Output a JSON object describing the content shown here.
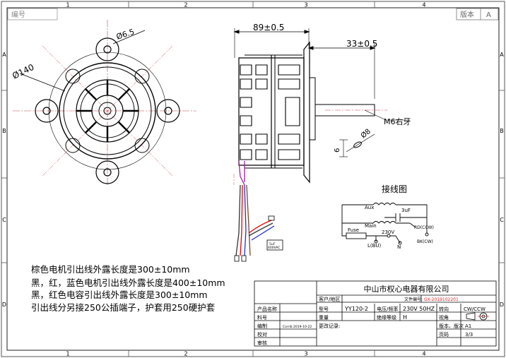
{
  "frame": {
    "top_numbers": [
      "1",
      "2",
      "3",
      "4"
    ],
    "bottom_numbers": [
      "1",
      "2",
      "3",
      "4"
    ],
    "left_letters": [
      "A",
      "B",
      "C",
      "D"
    ],
    "right_letters": [
      "A",
      "B",
      "C",
      "D"
    ],
    "code_label": "编号",
    "version_label": "版本",
    "version_value": "A"
  },
  "front_view": {
    "dia_small": "Ø6.5",
    "dia_large": "Ø140"
  },
  "side_view": {
    "length_dim": "89±0.5",
    "shaft_dim": "33±0.5",
    "thread_label": "M6右牙",
    "shaft_dia": "Ø8",
    "flat_dim": "6",
    "plug_text": "5uF\n400VAC"
  },
  "wiring": {
    "title": "接线图",
    "aux": "Aux",
    "main": "Main",
    "cap": "3uF",
    "fuse": "Fuse",
    "voltage": "230V",
    "rd": "RD(CCW)",
    "n": "N",
    "bk": "BK(CW)",
    "l": "L(BU)"
  },
  "notes": [
    "棕色电机引出线外露长度是300±10mm",
    "黑，红，蓝色电机引出线外露长度是400±10mm",
    "黑，红色电容引出线外露长度是300±10mm",
    "引出线分另接250公插端子，护套用250硬护套"
  ],
  "title_block": {
    "company": "中山市权心电器有限公司",
    "customer_label": "客户/地区",
    "file_label": "文件编号:",
    "file_no": "GX-2019102201",
    "product_name_label": "产品名称",
    "model_label": "型号",
    "model_value": "YY120-2",
    "voltage_label": "电压/频率",
    "voltage_value": "230V 50HZ",
    "rotation_label": "转向",
    "rotation_value": "CW/CCW",
    "material_label": "料号",
    "weight_label": "重量",
    "insulation_label": "绝缘等级",
    "insulation_value": "H",
    "view_label": "视角",
    "drawn_label": "编制",
    "drawn_by": "Corrib  2019-10-22",
    "change_label": "更改记录:",
    "version_label": "版本、版次",
    "version_value": "A1",
    "check_label": "校对",
    "page_label": "页码",
    "page_value": "3/3",
    "approve_label": "审核"
  }
}
